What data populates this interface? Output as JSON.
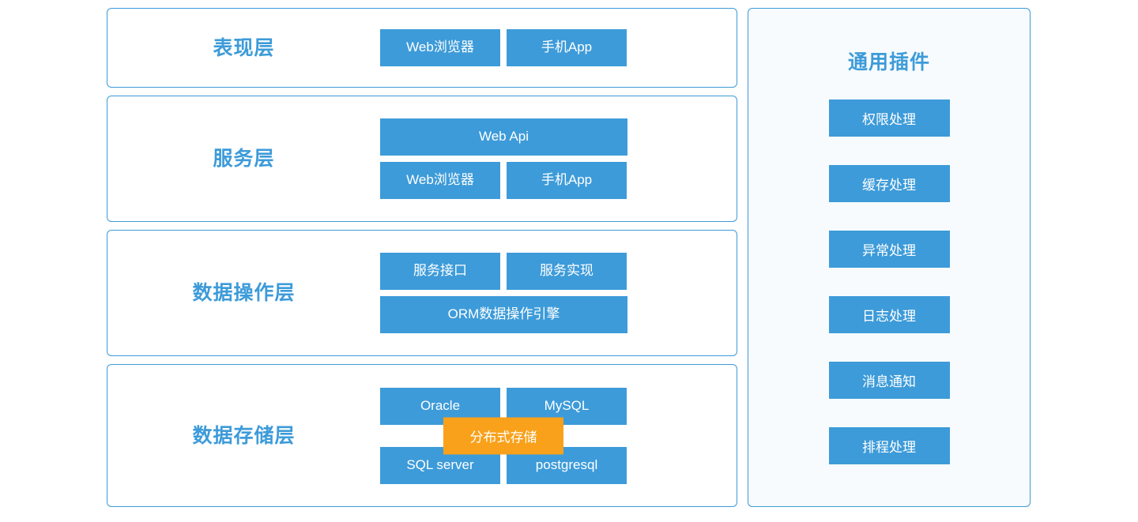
{
  "diagram": {
    "accent_color": "#3d9bd9",
    "highlight_color": "#f9a11b",
    "panel_background": "#ffffff",
    "plugin_panel_background": "#f7fbfd"
  },
  "layers": [
    {
      "title": "表现层",
      "rows": [
        {
          "boxes": [
            {
              "label": "Web浏览器",
              "width": "half"
            },
            {
              "label": "手机App",
              "width": "half"
            }
          ]
        }
      ]
    },
    {
      "title": "服务层",
      "rows": [
        {
          "boxes": [
            {
              "label": "Web Api",
              "width": "full"
            }
          ]
        },
        {
          "boxes": [
            {
              "label": "Web浏览器",
              "width": "half"
            },
            {
              "label": "手机App",
              "width": "half"
            }
          ]
        }
      ]
    },
    {
      "title": "数据操作层",
      "rows": [
        {
          "boxes": [
            {
              "label": "服务接口",
              "width": "half"
            },
            {
              "label": "服务实现",
              "width": "half"
            }
          ]
        },
        {
          "boxes": [
            {
              "label": "ORM数据操作引擎",
              "width": "full"
            }
          ]
        }
      ]
    },
    {
      "title": "数据存储层",
      "rows": [
        {
          "boxes": [
            {
              "label": "Oracle",
              "width": "half"
            },
            {
              "label": "MySQL",
              "width": "half"
            }
          ]
        },
        {
          "boxes": [
            {
              "label": "SQL server",
              "width": "half"
            },
            {
              "label": "postgresql",
              "width": "half"
            }
          ]
        }
      ],
      "overlay": {
        "label": "分布式存储"
      }
    }
  ],
  "plugin_panel": {
    "title": "通用插件",
    "items": [
      {
        "label": "权限处理"
      },
      {
        "label": "缓存处理"
      },
      {
        "label": "异常处理"
      },
      {
        "label": "日志处理"
      },
      {
        "label": "消息通知"
      },
      {
        "label": "排程处理"
      }
    ]
  }
}
